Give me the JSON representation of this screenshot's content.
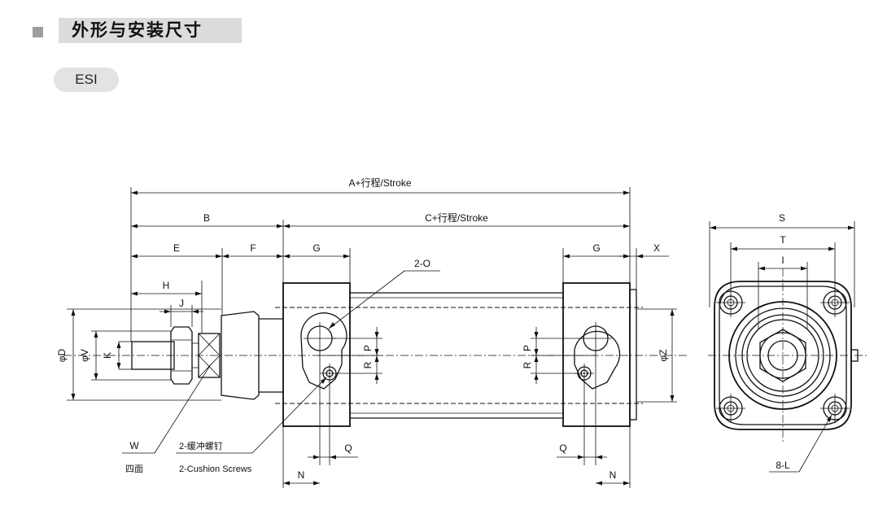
{
  "header": {
    "title": "外形与安装尺寸"
  },
  "model": {
    "label": "ESI"
  },
  "dimensions": {
    "A": "A+行程/Stroke",
    "B": "B",
    "C": "C+行程/Stroke",
    "E": "E",
    "F": "F",
    "G": "G",
    "X": "X",
    "H": "H",
    "J": "J",
    "D": "φD",
    "V": "φV",
    "K": "K",
    "O": "2-O",
    "P": "P",
    "R": "R",
    "Q": "Q",
    "N": "N",
    "Z": "φZ",
    "S": "S",
    "T": "T",
    "I": "I",
    "L": "8-L"
  },
  "callouts": {
    "W": "W",
    "W_note": "四面",
    "cushion_cn": "2-缓冲螺钉",
    "cushion_en": "2-Cushion Screws"
  }
}
